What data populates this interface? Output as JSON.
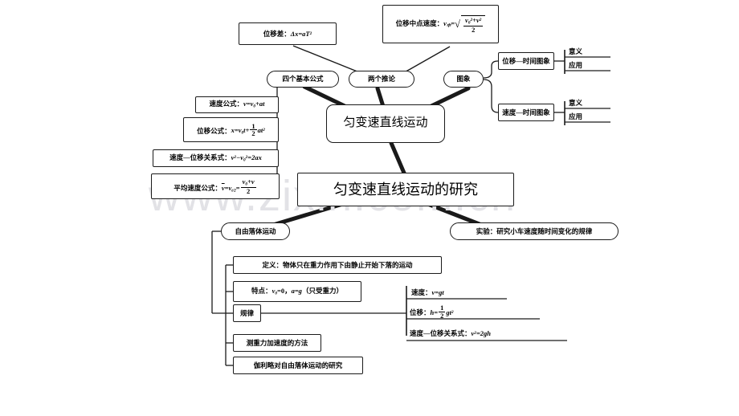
{
  "page": {
    "watermark": "www.zixin.com.cn",
    "background": "#ffffff",
    "line_color": "#1a1a1a"
  },
  "mindmap": {
    "title": "匀变速直线运动的研究",
    "center": "匀变速直线运动",
    "branches": {
      "formulas_node": "四个基本公式",
      "corollaries_node": "两个推论",
      "graphs_node": "图象",
      "freefall_node": "自由落体运动",
      "experiment_node": "实验：研究小车速度随时间变化的规律"
    },
    "corollaries": [
      {
        "label": "位移差：",
        "formula_plain": "Δx=aT²"
      },
      {
        "label": "位移中点速度：",
        "formula_plain": "v中=√((v0²+v²)/2)"
      }
    ],
    "four_formulas": [
      {
        "label": "速度公式：",
        "formula_plain": "v=v0+at"
      },
      {
        "label": "位移公式：",
        "formula_plain": "x=v0t+½at²"
      },
      {
        "label": "速度—位移关系式：",
        "formula_plain": "v²-v0²=2ax"
      },
      {
        "label": "平均速度公式：",
        "formula_plain": "v̄=v(t/2)=(v0+v)/2"
      }
    ],
    "graphs": [
      {
        "label": "位移—时间图象",
        "children": [
          "意义",
          "应用"
        ]
      },
      {
        "label": "速度—时间图象",
        "children": [
          "意义",
          "应用"
        ]
      }
    ],
    "freefall": {
      "definition": "定义：物体只在重力作用下由静止开始下落的运动",
      "feature_label": "特点：",
      "feature_formula_plain": "v0=0，a=g（只受重力）",
      "law_label": "规律",
      "measure_g": "测重力加速度的方法",
      "galileo": "伽利略对自由落体运动的研究",
      "laws": [
        {
          "label": "速度：",
          "formula_plain": "v=gt"
        },
        {
          "label": "位移：",
          "formula_plain": "h=½gt²"
        },
        {
          "label": "速度—位移关系式：",
          "formula_plain": "v²=2gh"
        }
      ]
    }
  }
}
